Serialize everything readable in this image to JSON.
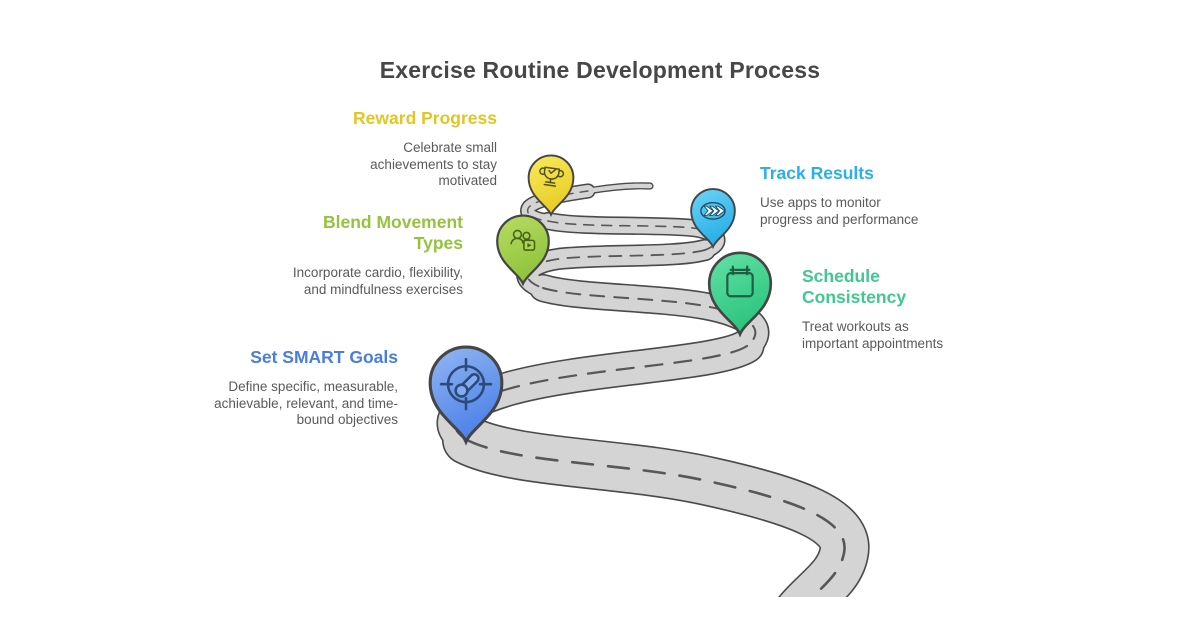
{
  "title": "Exercise Routine Development Process",
  "steps": [
    {
      "id": "set-smart-goals",
      "title": "Set SMART Goals",
      "description": "Define specific, measurable, achievable, relevant, and time-bound objectives",
      "color": "#4a7de0",
      "pin_gradient": [
        "#93b7f2",
        "#4d82e8"
      ],
      "icon": "target-gauge-icon"
    },
    {
      "id": "blend-movement-types",
      "title": "Blend Movement Types",
      "description": "Incorporate cardio, flexibility, and mindfulness exercises",
      "color": "#94c33d",
      "pin_gradient": [
        "#b8dd62",
        "#8fc33c"
      ],
      "icon": "people-video-icon"
    },
    {
      "id": "reward-progress",
      "title": "Reward Progress",
      "description": "Celebrate small achievements to stay motivated",
      "color": "#e2c622",
      "pin_gradient": [
        "#f9ea5e",
        "#e8cd25"
      ],
      "icon": "trophy-icon"
    },
    {
      "id": "track-results",
      "title": "Track Results",
      "description": "Use apps to monitor progress and performance",
      "color": "#29b0e8",
      "pin_gradient": [
        "#6fd4f7",
        "#27aee6"
      ],
      "icon": "fast-forward-icon"
    },
    {
      "id": "schedule-consistency",
      "title": "Schedule Consistency",
      "description": "Treat workouts as important appointments",
      "color": "#3fc98f",
      "pin_gradient": [
        "#62e2a4",
        "#2cc47f"
      ],
      "icon": "calendar-icon"
    }
  ],
  "road": {
    "fill": "#d4d4d4",
    "outline": "#4a4a4a",
    "dash_color": "#575757"
  }
}
